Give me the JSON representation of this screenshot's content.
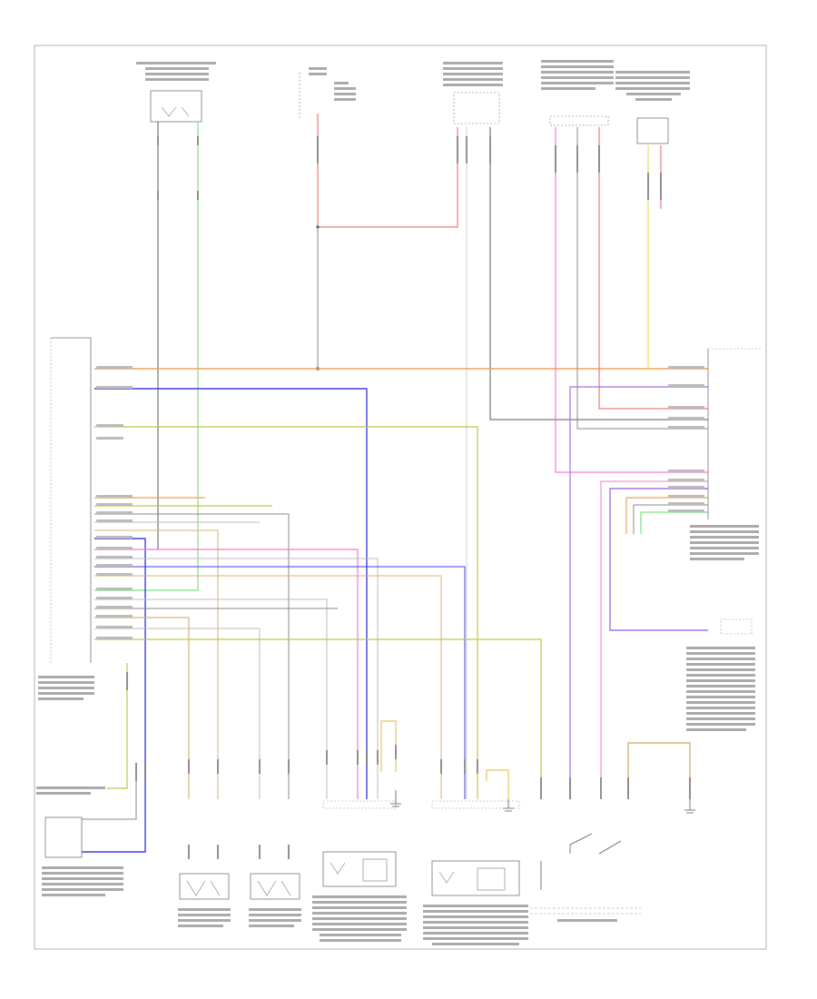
{
  "diagram": {
    "footer_code": "",
    "colors": {
      "frame": "#bdbdbd",
      "wire_gray": "#8a8a8a",
      "wire_black": "#5a5a5a",
      "orange": "#f2a253",
      "blue": "#3f3fe0",
      "green": "#7fe07f",
      "pink": "#f07ad0",
      "violet": "#a072e8",
      "yellow": "#e8e060",
      "olive": "#c4c44a",
      "red": "#f07a7a",
      "tan": "#d9b27a"
    },
    "components": [
      {
        "id": "top-left-sensor",
        "label": ""
      },
      {
        "id": "fuse-top",
        "label": ""
      },
      {
        "id": "top-center-module",
        "label": ""
      },
      {
        "id": "top-right-module",
        "label": ""
      },
      {
        "id": "top-right-motor",
        "label": ""
      },
      {
        "id": "left-control-module",
        "label": ""
      },
      {
        "id": "right-control-module",
        "label": ""
      },
      {
        "id": "bottom-sensor-1",
        "label": ""
      },
      {
        "id": "bottom-sensor-2",
        "label": ""
      },
      {
        "id": "bottom-module-3",
        "label": ""
      },
      {
        "id": "bottom-module-4",
        "label": ""
      },
      {
        "id": "bottom-switch",
        "label": ""
      }
    ]
  }
}
